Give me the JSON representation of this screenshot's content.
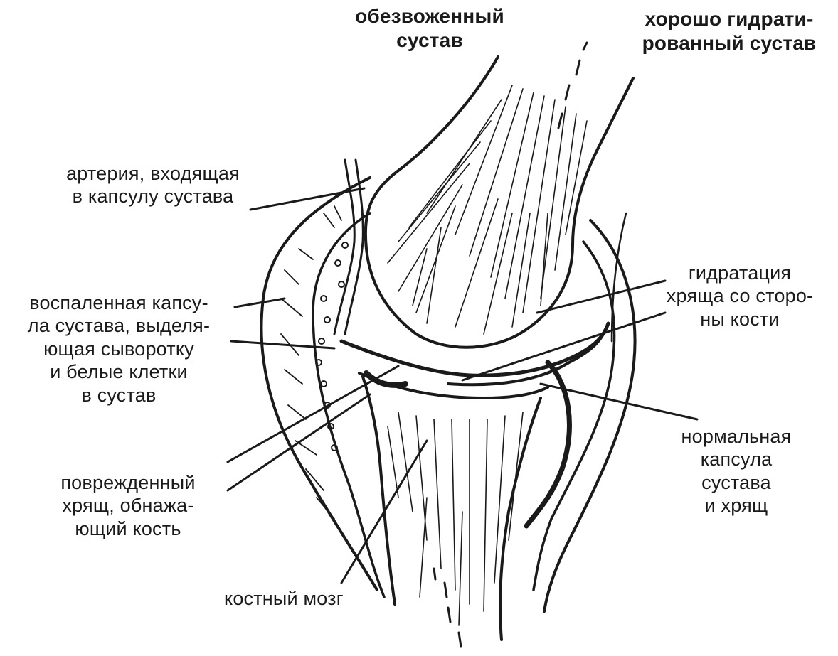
{
  "header": {
    "dehydrated": "обезвоженный\nсустав",
    "hydrated": "хорошо гидрати-\nрованный сустав"
  },
  "labels": {
    "artery": "артерия, входящая\nв капсулу сустава",
    "inflamed_capsule": "воспаленная капсу-\nла сустава, выделя-\nющая сыворотку\nи белые клетки\nв сустав",
    "damaged_cartilage": "поврежденный\nхрящ, обнажа-\nющий кость",
    "marrow": "костный мозг",
    "hydration": "гидратация\nхряща со сторо-\nны кости",
    "normal_capsule": "нормальная\nкапсула\nсустава\nи хрящ"
  },
  "colors": {
    "ink": "#1a1a1a",
    "background": "#ffffff"
  }
}
